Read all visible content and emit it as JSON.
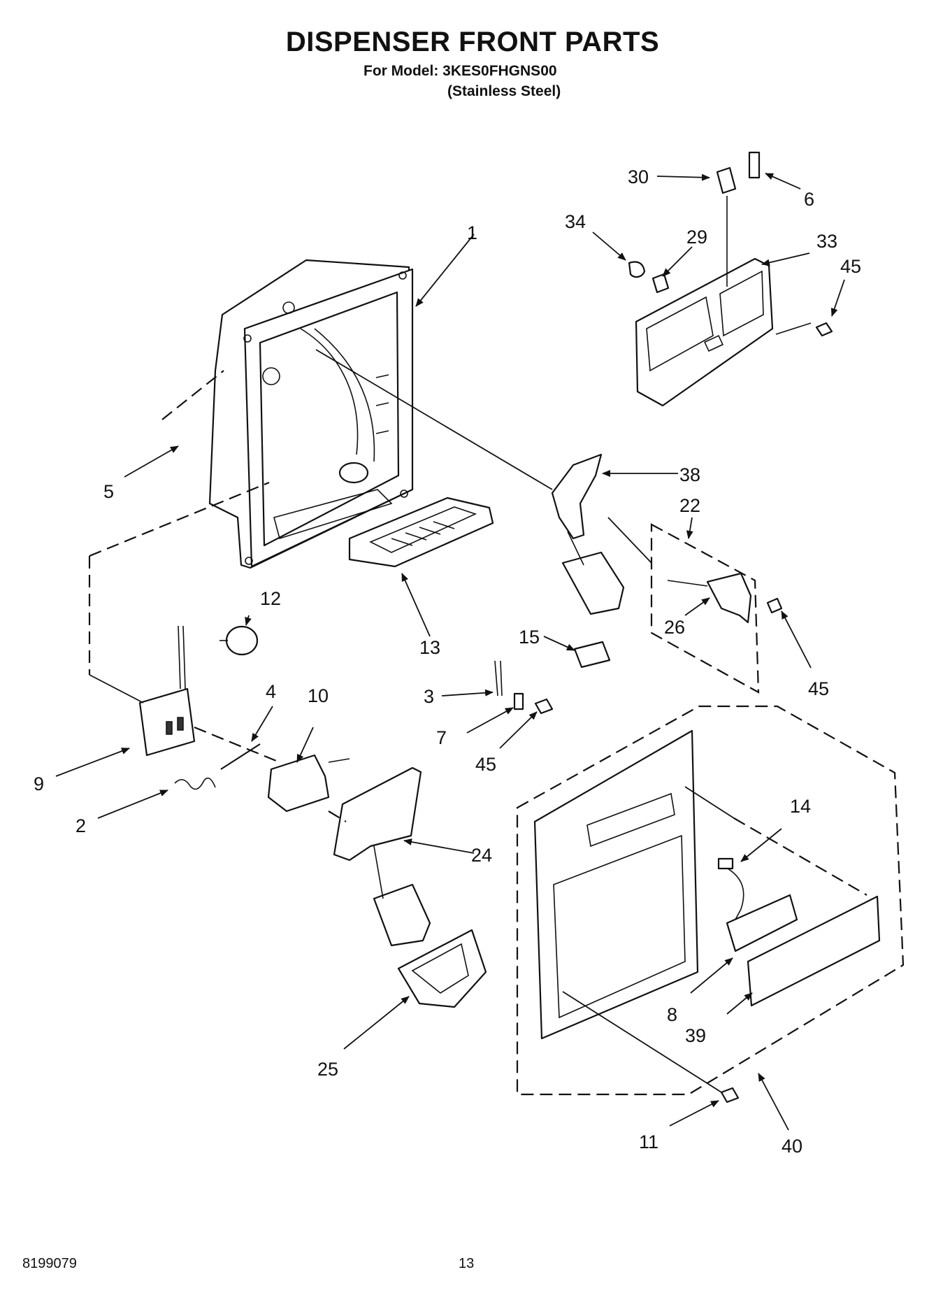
{
  "header": {
    "title": "DISPENSER FRONT PARTS",
    "model": "For Model: 3KES0FHGNS00",
    "finish": "(Stainless Steel)"
  },
  "footer": {
    "doc_number": "8199079",
    "page_number": "13"
  },
  "callouts": [
    "1",
    "2",
    "3",
    "4",
    "5",
    "6",
    "7",
    "8",
    "9",
    "10",
    "11",
    "12",
    "13",
    "14",
    "15",
    "22",
    "24",
    "25",
    "26",
    "29",
    "30",
    "33",
    "34",
    "38",
    "39",
    "40",
    "45",
    "45",
    "45",
    "45"
  ]
}
